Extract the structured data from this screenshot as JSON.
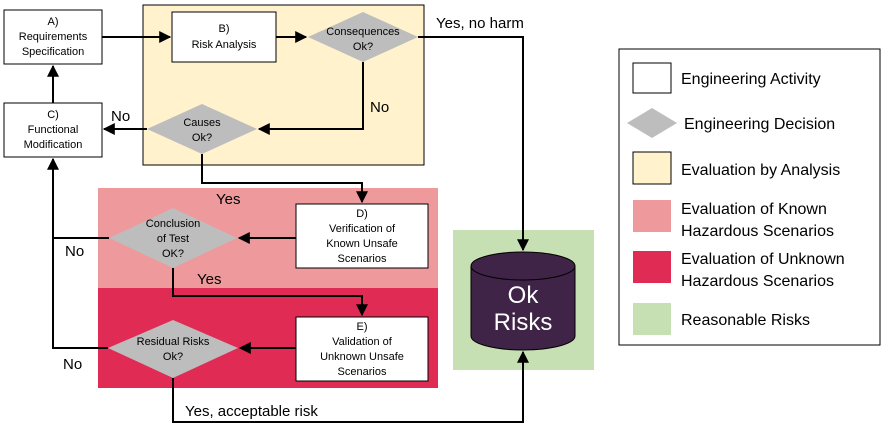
{
  "colors": {
    "evaluation_analysis": "#FFF2CC",
    "known_scenarios": "#EE999B",
    "unknown_scenarios": "#E02B54",
    "reasonable_risks": "#C6E0B4",
    "decision": "#BDBDBD",
    "database": "#3F2447"
  },
  "nodes": {
    "a": [
      "A)",
      "Requirements",
      "Specification"
    ],
    "b": [
      "B)",
      "Risk Analysis"
    ],
    "c": [
      "C)",
      "Functional",
      "Modification"
    ],
    "d": [
      "D)",
      "Verification of",
      "Known Unsafe",
      "Scenarios"
    ],
    "e": [
      "E)",
      "Validation of",
      "Unknown Unsafe",
      "Scenarios"
    ],
    "consequences": [
      "Consequences",
      "Ok?"
    ],
    "causes": [
      "Causes",
      "Ok?"
    ],
    "conclusion": [
      "Conclusion",
      "of Test",
      "OK?"
    ],
    "residual": [
      "Residual Risks",
      "Ok?"
    ],
    "ok_risks": [
      "Ok",
      "Risks"
    ]
  },
  "edge_labels": {
    "yes_no_harm": "Yes, no harm",
    "no_consequences": "No",
    "no_causes": "No",
    "yes_causes": "Yes",
    "no_conclusion": "No",
    "yes_conclusion": "Yes",
    "no_residual": "No",
    "yes_acceptable": "Yes, acceptable risk"
  },
  "legend": {
    "activity": "Engineering Activity",
    "decision": "Engineering Decision",
    "analysis": "Evaluation by Analysis",
    "known": [
      "Evaluation of Known",
      "Hazardous Scenarios"
    ],
    "unknown": [
      "Evaluation of Unknown",
      "Hazardous Scenarios"
    ],
    "reasonable": "Reasonable Risks"
  }
}
